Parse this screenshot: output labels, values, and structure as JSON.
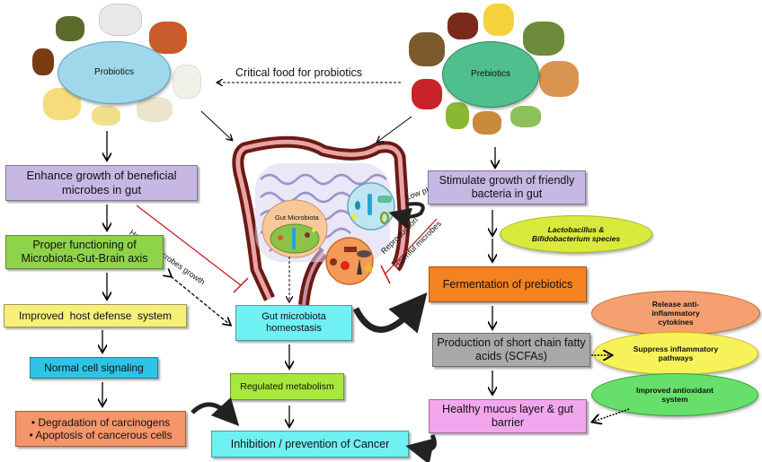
{
  "diagram": {
    "sources": {
      "probiotics": {
        "label": "Probiotics",
        "color": "#9fd8ea"
      },
      "prebiotics": {
        "label": "Prebiotics",
        "color": "#4fc08d"
      },
      "link_label": "Critical food for probiotics"
    },
    "center": {
      "gut_microbiota_label": "Gut Microbiota",
      "low_ph_label": "Low pH",
      "harmful_growth_label": "Harmful microbes growth",
      "reproduction_label": "Reproduction",
      "harmful_microbes_label": "Harmful microbes",
      "homeostasis": "Gut microbiota homeostasis",
      "regulated_metabolism": "Regulated metabolism",
      "cancer": "Inhibition / prevention of Cancer"
    },
    "left_chain": [
      {
        "text": "Enhance growth of beneficial microbes in gut",
        "color": "#c7b8e3"
      },
      {
        "text": "Proper functioning of Microbiota-Gut-Brain axis",
        "color": "#8fd34a"
      },
      {
        "text": "Improved  host defense  system",
        "color": "#f6f07a"
      },
      {
        "text": "Normal cell signaling",
        "color": "#2fc4e6"
      },
      {
        "bullets": [
          "• Degradation of carcinogens",
          "• Apoptosis of cancerous cells"
        ],
        "color": "#f4956a"
      }
    ],
    "right_chain": [
      {
        "text": "Stimulate growth of friendly bacteria in gut",
        "color": "#c7b8e3"
      },
      {
        "text": "Fermentation of prebiotics",
        "color": "#f58220"
      },
      {
        "text": "Production of short chain fatty acids (SCFAs)",
        "color": "#a9a9a9"
      },
      {
        "text": "Healthy mucus layer & gut barrier",
        "color": "#f2a6ee"
      }
    ],
    "species": {
      "text": "Lactobacillus & Bifidobacterium species",
      "color": "#d9ea3c"
    },
    "effects": [
      {
        "text": "Release anti-inflammatory cytokines",
        "color": "#f4a070"
      },
      {
        "text": "Suppress inflammatory pathways",
        "color": "#f7f25a"
      },
      {
        "text": "Improved antioxidant system",
        "color": "#66e06a"
      }
    ]
  }
}
